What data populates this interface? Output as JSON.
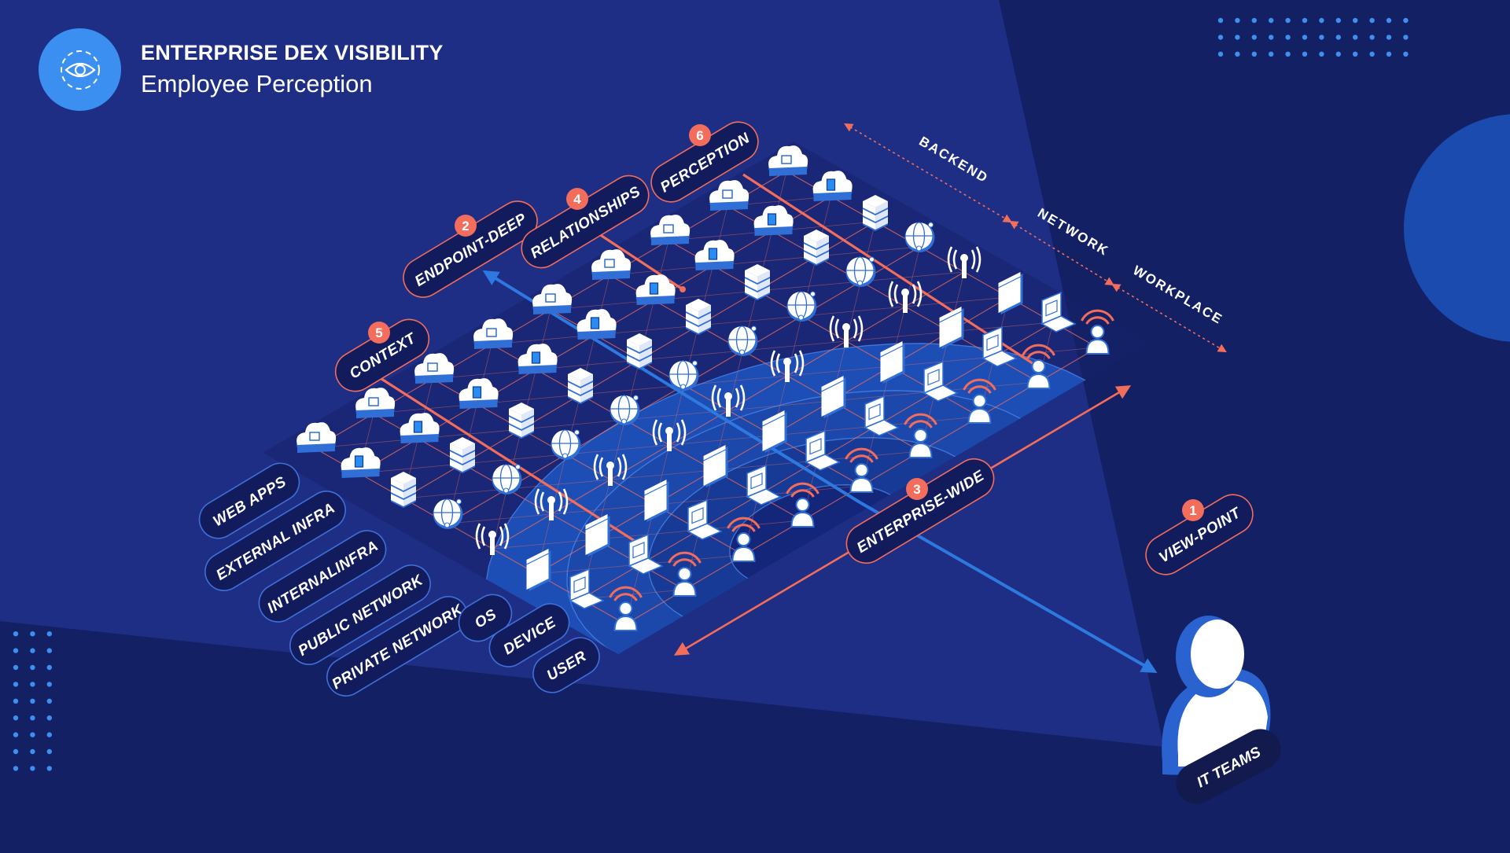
{
  "header": {
    "title": "ENTERPRISE DEX VISIBILITY",
    "subtitle": "Employee Perception",
    "logo_icon": "eye-icon"
  },
  "colors": {
    "background": "#142064",
    "cone": "#1e2f86",
    "accent_orange": "#f26d5b",
    "accent_blue": "#2d79e0",
    "logo_blue": "#3a8ff0",
    "dot_blue": "#3d8ff2"
  },
  "layers_axis": {
    "labels": [
      "BACKEND",
      "NETWORK",
      "WORKPLACE"
    ]
  },
  "rows": [
    {
      "label": "WEB APPS",
      "icon": "cloud-icon"
    },
    {
      "label": "EXTERNAL INFRA",
      "icon": "cloud-chip-icon"
    },
    {
      "label": "INTERNALINFRA",
      "icon": "server-icon"
    },
    {
      "label": "PUBLIC NETWORK",
      "icon": "globe-icon"
    },
    {
      "label": "PRIVATE NETWORK",
      "icon": "antenna-icon"
    },
    {
      "label": "OS",
      "icon": "browser-window-icon"
    },
    {
      "label": "DEVICE",
      "icon": "laptop-icon"
    },
    {
      "label": "USER",
      "icon": "user-icon"
    }
  ],
  "steps": [
    {
      "number": "1",
      "label": "VIEW-POINT"
    },
    {
      "number": "2",
      "label": "ENDPOINT-DEEP"
    },
    {
      "number": "3",
      "label": "ENTERPRISE-WIDE"
    },
    {
      "number": "4",
      "label": "RELATIONSHIPS"
    },
    {
      "number": "5",
      "label": "CONTEXT"
    },
    {
      "number": "6",
      "label": "PERCEPTION"
    }
  ],
  "it_teams": {
    "label": "IT TEAMS",
    "icon": "user-icon"
  }
}
